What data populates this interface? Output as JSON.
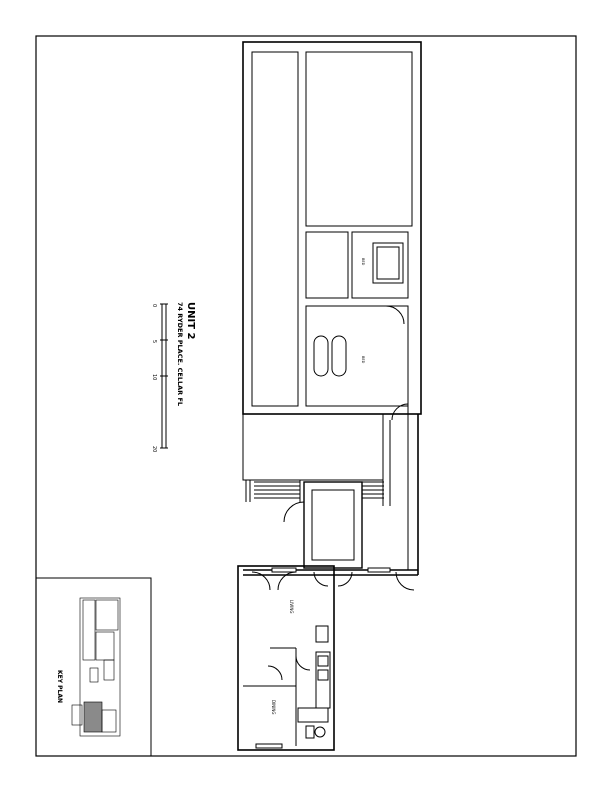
{
  "title_block": {
    "title": "UNIT 2",
    "subtitle": "74 RYDER PLACE. CELLAR FL",
    "scale_ticks": [
      "0",
      "5",
      "10",
      "20"
    ]
  },
  "key_plan": {
    "label": "KEY PLAN"
  },
  "rooms": {
    "room_a": "BED",
    "room_b": "BED",
    "room_c": "LIVING",
    "room_d": "DINING"
  },
  "colors": {
    "line": "#000000",
    "paper": "#ffffff",
    "shade": "#999999"
  }
}
